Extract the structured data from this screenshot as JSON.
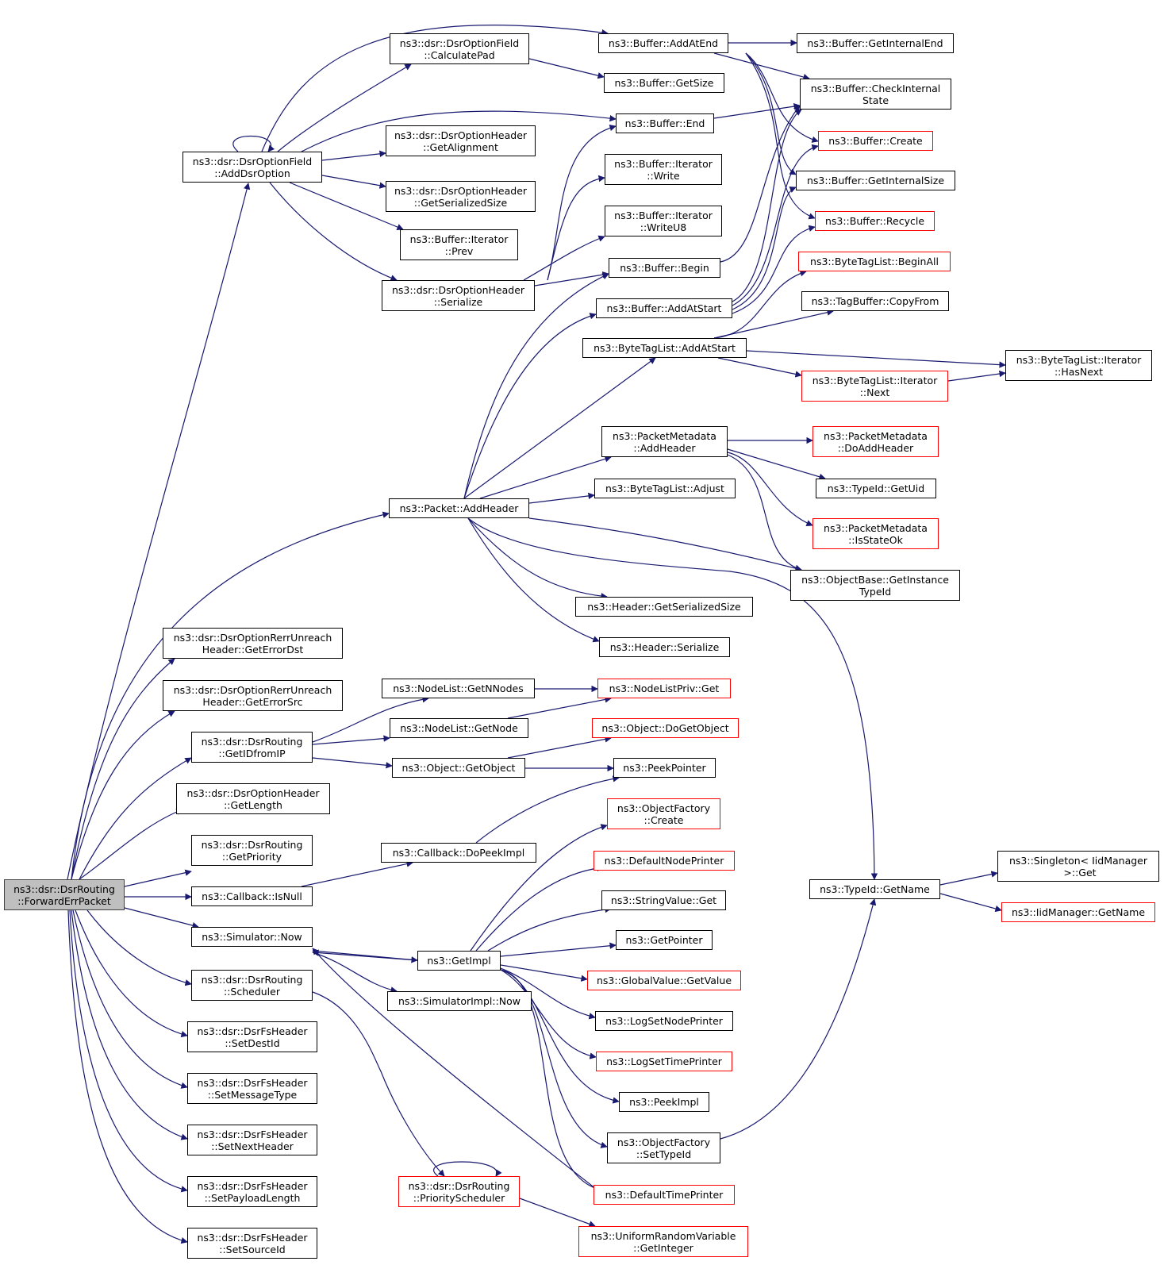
{
  "colors": {
    "edge": "#191970",
    "node_border": "#000000",
    "incomplete_border": "#ff0000",
    "root_fill": "#bfbfbf"
  },
  "nodes": {
    "root": {
      "line1": "ns3::dsr::DsrRouting",
      "line2": "::ForwardErrPacket"
    },
    "add_dsr_option": {
      "line1": "ns3::dsr::DsrOptionField",
      "line2": "::AddDsrOption"
    },
    "calculate_pad": {
      "line1": "ns3::dsr::DsrOptionField",
      "line2": "::CalculatePad"
    },
    "get_alignment": {
      "line1": "ns3::dsr::DsrOptionHeader",
      "line2": "::GetAlignment"
    },
    "opt_get_serialized_size": {
      "line1": "ns3::dsr::DsrOptionHeader",
      "line2": "::GetSerializedSize"
    },
    "iter_prev": {
      "line1": "ns3::Buffer::Iterator",
      "line2": "::Prev"
    },
    "opt_serialize": {
      "line1": "ns3::dsr::DsrOptionHeader",
      "line2": "::Serialize"
    },
    "buffer_add_at_end": {
      "line1": "ns3::Buffer::AddAtEnd",
      "line2": ""
    },
    "buffer_get_size": {
      "line1": "ns3::Buffer::GetSize",
      "line2": ""
    },
    "buffer_end": {
      "line1": "ns3::Buffer::End",
      "line2": ""
    },
    "iter_write": {
      "line1": "ns3::Buffer::Iterator",
      "line2": "::Write"
    },
    "iter_write_u8": {
      "line1": "ns3::Buffer::Iterator",
      "line2": "::WriteU8"
    },
    "buffer_begin": {
      "line1": "ns3::Buffer::Begin",
      "line2": ""
    },
    "buffer_add_at_start": {
      "line1": "ns3::Buffer::AddAtStart",
      "line2": ""
    },
    "buffer_get_internal_end": {
      "line1": "ns3::Buffer::GetInternalEnd",
      "line2": ""
    },
    "buffer_check_internal_state": {
      "line1": "ns3::Buffer::CheckInternal",
      "line2": "State"
    },
    "buffer_create": {
      "line1": "ns3::Buffer::Create",
      "line2": ""
    },
    "buffer_get_internal_size": {
      "line1": "ns3::Buffer::GetInternalSize",
      "line2": ""
    },
    "buffer_recycle": {
      "line1": "ns3::Buffer::Recycle",
      "line2": ""
    },
    "btl_begin_all": {
      "line1": "ns3::ByteTagList::BeginAll",
      "line2": ""
    },
    "tagbuffer_copy_from": {
      "line1": "ns3::TagBuffer::CopyFrom",
      "line2": ""
    },
    "btl_add_at_start": {
      "line1": "ns3::ByteTagList::AddAtStart",
      "line2": ""
    },
    "btl_iter_has_next": {
      "line1": "ns3::ByteTagList::Iterator",
      "line2": "::HasNext"
    },
    "btl_iter_next": {
      "line1": "ns3::ByteTagList::Iterator",
      "line2": "::Next"
    },
    "pm_add_header": {
      "line1": "ns3::PacketMetadata",
      "line2": "::AddHeader"
    },
    "pm_do_add_header": {
      "line1": "ns3::PacketMetadata",
      "line2": "::DoAddHeader"
    },
    "typeid_get_uid": {
      "line1": "ns3::TypeId::GetUid",
      "line2": ""
    },
    "btl_adjust": {
      "line1": "ns3::ByteTagList::Adjust",
      "line2": ""
    },
    "packet_add_header": {
      "line1": "ns3::Packet::AddHeader",
      "line2": ""
    },
    "pm_is_state_ok": {
      "line1": "ns3::PacketMetadata",
      "line2": "::IsStateOk"
    },
    "objbase_get_instance_typeid": {
      "line1": "ns3::ObjectBase::GetInstance",
      "line2": "TypeId"
    },
    "header_get_serialized_size": {
      "line1": "ns3::Header::GetSerializedSize",
      "line2": ""
    },
    "header_serialize": {
      "line1": "ns3::Header::Serialize",
      "line2": ""
    },
    "rerr_get_error_dst": {
      "line1": "ns3::dsr::DsrOptionRerrUnreach",
      "line2": "Header::GetErrorDst"
    },
    "rerr_get_error_src": {
      "line1": "ns3::dsr::DsrOptionRerrUnreach",
      "line2": "Header::GetErrorSrc"
    },
    "nodelist_get_n_nodes": {
      "line1": "ns3::NodeList::GetNNodes",
      "line2": ""
    },
    "nodelistpriv_get": {
      "line1": "ns3::NodeListPriv::Get",
      "line2": ""
    },
    "get_id_from_ip": {
      "line1": "ns3::dsr::DsrRouting",
      "line2": "::GetIDfromIP"
    },
    "nodelist_get_node": {
      "line1": "ns3::NodeList::GetNode",
      "line2": ""
    },
    "object_do_get_object": {
      "line1": "ns3::Object::DoGetObject",
      "line2": ""
    },
    "object_get_object": {
      "line1": "ns3::Object::GetObject",
      "line2": ""
    },
    "peek_pointer": {
      "line1": "ns3::PeekPointer",
      "line2": ""
    },
    "opt_get_length": {
      "line1": "ns3::dsr::DsrOptionHeader",
      "line2": "::GetLength"
    },
    "object_factory_create": {
      "line1": "ns3::ObjectFactory",
      "line2": "::Create"
    },
    "get_priority": {
      "line1": "ns3::dsr::DsrRouting",
      "line2": "::GetPriority"
    },
    "callback_do_peek_impl": {
      "line1": "ns3::Callback::DoPeekImpl",
      "line2": ""
    },
    "default_node_printer": {
      "line1": "ns3::DefaultNodePrinter",
      "line2": ""
    },
    "callback_is_null": {
      "line1": "ns3::Callback::IsNull",
      "line2": ""
    },
    "string_value_get": {
      "line1": "ns3::StringValue::Get",
      "line2": ""
    },
    "typeid_get_name": {
      "line1": "ns3::TypeId::GetName",
      "line2": ""
    },
    "singleton_get": {
      "line1": "ns3::Singleton< IidManager",
      "line2": " >::Get"
    },
    "iidmanager_get_name": {
      "line1": "ns3::IidManager::GetName",
      "line2": ""
    },
    "simulator_now": {
      "line1": "ns3::Simulator::Now",
      "line2": ""
    },
    "get_pointer": {
      "line1": "ns3::GetPointer",
      "line2": ""
    },
    "get_impl": {
      "line1": "ns3::GetImpl",
      "line2": ""
    },
    "global_value_get_value": {
      "line1": "ns3::GlobalValue::GetValue",
      "line2": ""
    },
    "scheduler": {
      "line1": "ns3::dsr::DsrRouting",
      "line2": "::Scheduler"
    },
    "simulator_impl_now": {
      "line1": "ns3::SimulatorImpl::Now",
      "line2": ""
    },
    "log_set_node_printer": {
      "line1": "ns3::LogSetNodePrinter",
      "line2": ""
    },
    "set_dest_id": {
      "line1": "ns3::dsr::DsrFsHeader",
      "line2": "::SetDestId"
    },
    "log_set_time_printer": {
      "line1": "ns3::LogSetTimePrinter",
      "line2": ""
    },
    "set_message_type": {
      "line1": "ns3::dsr::DsrFsHeader",
      "line2": "::SetMessageType"
    },
    "peek_impl": {
      "line1": "ns3::PeekImpl",
      "line2": ""
    },
    "set_next_header": {
      "line1": "ns3::dsr::DsrFsHeader",
      "line2": "::SetNextHeader"
    },
    "object_factory_set_typeid": {
      "line1": "ns3::ObjectFactory",
      "line2": "::SetTypeId"
    },
    "priority_scheduler": {
      "line1": "ns3::dsr::DsrRouting",
      "line2": "::PriorityScheduler"
    },
    "default_time_printer": {
      "line1": "ns3::DefaultTimePrinter",
      "line2": ""
    },
    "set_payload_length": {
      "line1": "ns3::dsr::DsrFsHeader",
      "line2": "::SetPayloadLength"
    },
    "urv_get_integer": {
      "line1": "ns3::UniformRandomVariable",
      "line2": "::GetInteger"
    },
    "set_source_id": {
      "line1": "ns3::dsr::DsrFsHeader",
      "line2": "::SetSourceId"
    }
  }
}
